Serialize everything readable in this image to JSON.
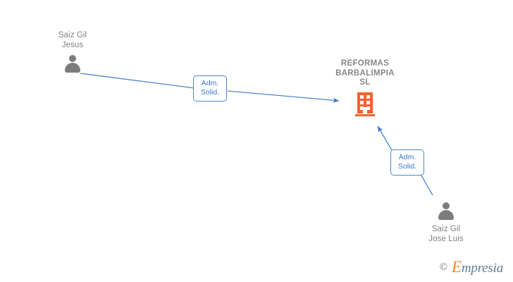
{
  "graph": {
    "background_color": "#ffffff",
    "edge_color": "#4a86d0",
    "company_color": "#f4622e",
    "person_color": "#7c7c7c",
    "label_text_color": "#808080"
  },
  "company": {
    "name": "REFORMAS\nBARBALIMPIA\nSL",
    "icon": "building-icon"
  },
  "persons": [
    {
      "id": "person-saiz-gil-jesus",
      "name": "Saiz Gil\nJesus",
      "icon": "person-icon"
    },
    {
      "id": "person-saiz-gil-jose-luis",
      "name": "Saiz Gil\nJose Luis",
      "icon": "person-icon"
    }
  ],
  "relations": [
    {
      "id": "relation-jesus-admin",
      "label": "Adm.\nSolid.",
      "from": "person-saiz-gil-jesus",
      "to": "company"
    },
    {
      "id": "relation-jose-luis-admin",
      "label": "Adm.\nSolid.",
      "from": "person-saiz-gil-jose-luis",
      "to": "company"
    }
  ],
  "footer": {
    "copyright": "©",
    "brand_initial": "E",
    "brand_rest": "mpresia"
  }
}
